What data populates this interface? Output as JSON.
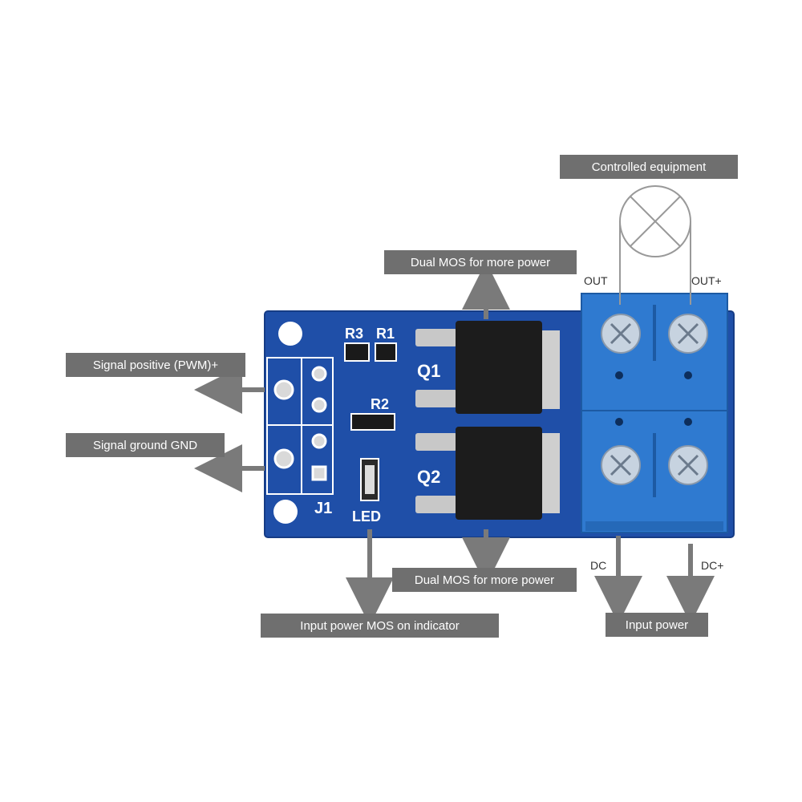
{
  "callouts": {
    "controlled_equipment": "Controlled equipment",
    "dual_mos_top": "Dual MOS for more power",
    "signal_positive": "Signal positive (PWM)+",
    "signal_ground": "Signal ground GND",
    "dual_mos_bottom": "Dual MOS for more power",
    "input_power_indicator": "Input power MOS on indicator",
    "input_power": "Input power"
  },
  "terminal_labels": {
    "out_minus": "OUT",
    "out_plus": "OUT+",
    "dc_minus": "DC",
    "dc_plus": "DC+"
  },
  "silkscreen": {
    "r3": "R3",
    "r1": "R1",
    "r2": "R2",
    "q1": "Q1",
    "q2": "Q2",
    "j1": "J1",
    "led": "LED"
  },
  "colors": {
    "callout_bg": "#6f6f6f",
    "pcb_blue": "#1f4fa8",
    "terminal_blue": "#2f7ad0",
    "arrow_gray": "#7a7a7a"
  }
}
